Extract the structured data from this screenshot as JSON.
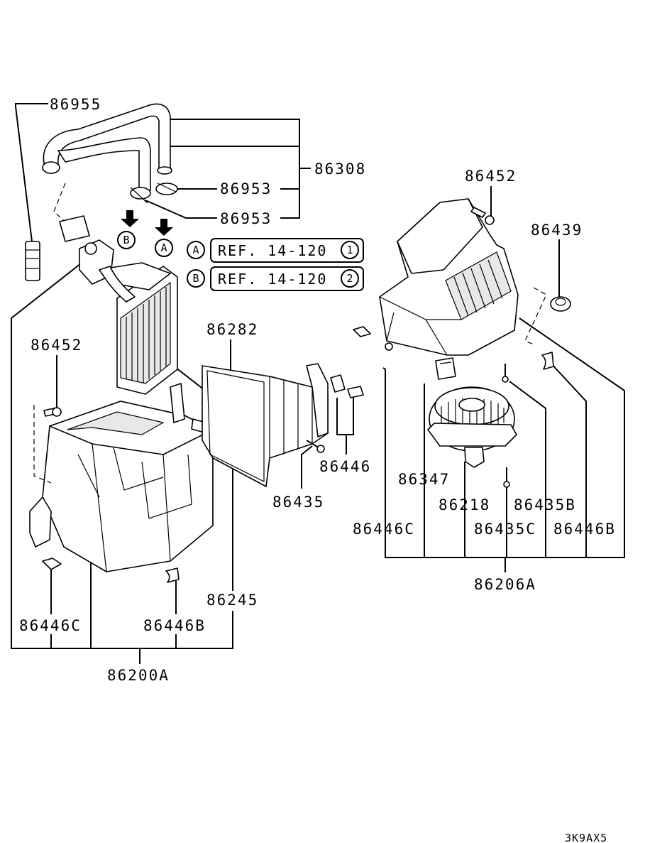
{
  "diagram_code": "3K9AX5",
  "part_numbers": {
    "p86955": "86955",
    "p86308": "86308",
    "p86953_a": "86953",
    "p86953_b": "86953",
    "p86452_left": "86452",
    "p86282": "86282",
    "p86446": "86446",
    "p86435": "86435",
    "p86245": "86245",
    "p86446C_left": "86446C",
    "p86446B_left": "86446B",
    "p86200A": "86200A",
    "p86452_right": "86452",
    "p86439": "86439",
    "p86347": "86347",
    "p86218": "86218",
    "p86435B": "86435B",
    "p86446C_right": "86446C",
    "p86435C": "86435C",
    "p86446B_right": "86446B",
    "p86206A": "86206A"
  },
  "references": [
    {
      "marker": "A",
      "text": "REF. 14-120",
      "page": "1"
    },
    {
      "marker": "B",
      "text": "REF. 14-120",
      "page": "2"
    }
  ],
  "view_markers": {
    "arrow_b": "B",
    "arrow_a": "A"
  }
}
